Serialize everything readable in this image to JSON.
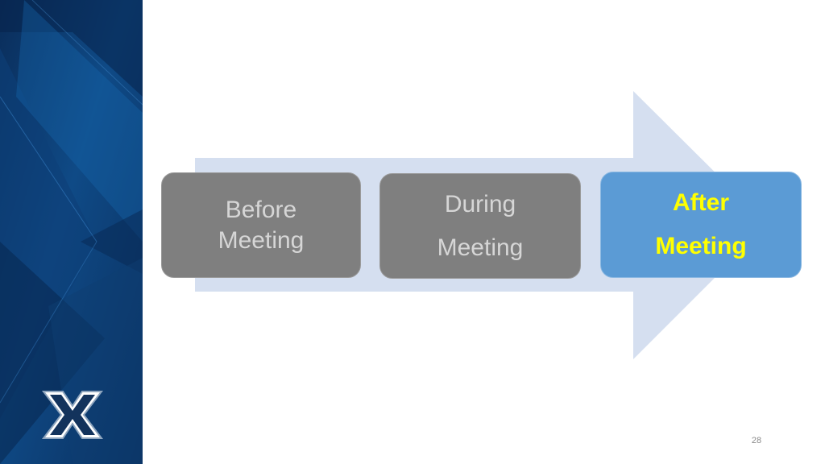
{
  "diagram": {
    "steps": [
      {
        "line1": "Before",
        "line2": "Meeting",
        "active": false
      },
      {
        "line1": "During",
        "line2": "Meeting",
        "active": false
      },
      {
        "line1": "After",
        "line2": "Meeting",
        "active": true
      }
    ],
    "colors": {
      "arrow": "#d5dff0",
      "inactive_box": "#7f7f7f",
      "inactive_text": "#d6d6d6",
      "active_box": "#5b9bd5",
      "active_text": "#ffff00",
      "side_panel": "#0b3d70"
    }
  },
  "logo": {
    "icon": "x-logo-icon"
  },
  "page_number": "28"
}
